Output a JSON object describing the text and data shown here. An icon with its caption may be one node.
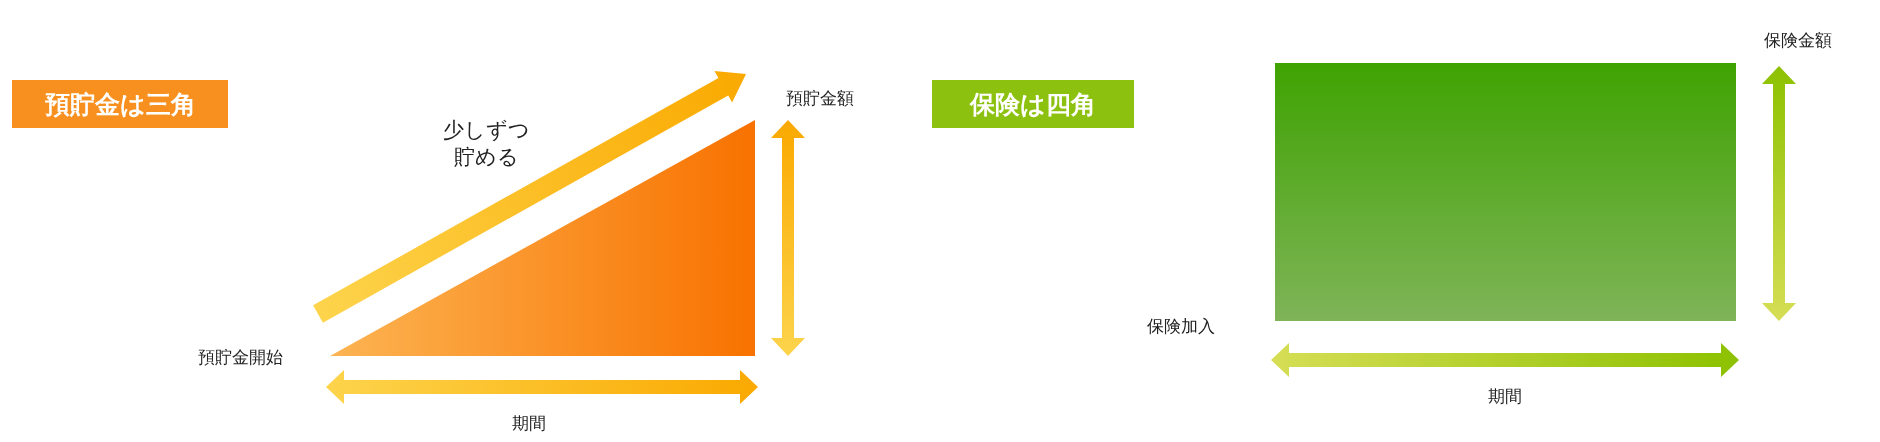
{
  "diagram": {
    "nodes": [
      {
        "text": [
          "預貯金は三角"
        ]
      },
      {
        "text": [],
        "shape": "triangle"
      },
      {
        "text": [
          "保険は四角"
        ]
      },
      {
        "text": [],
        "shape": "box"
      }
    ],
    "labels": [
      "少しずつ貯める",
      "預貯金額",
      "預貯金開始",
      "期間",
      "保険金額",
      "保険加入",
      "期間"
    ]
  }
}
